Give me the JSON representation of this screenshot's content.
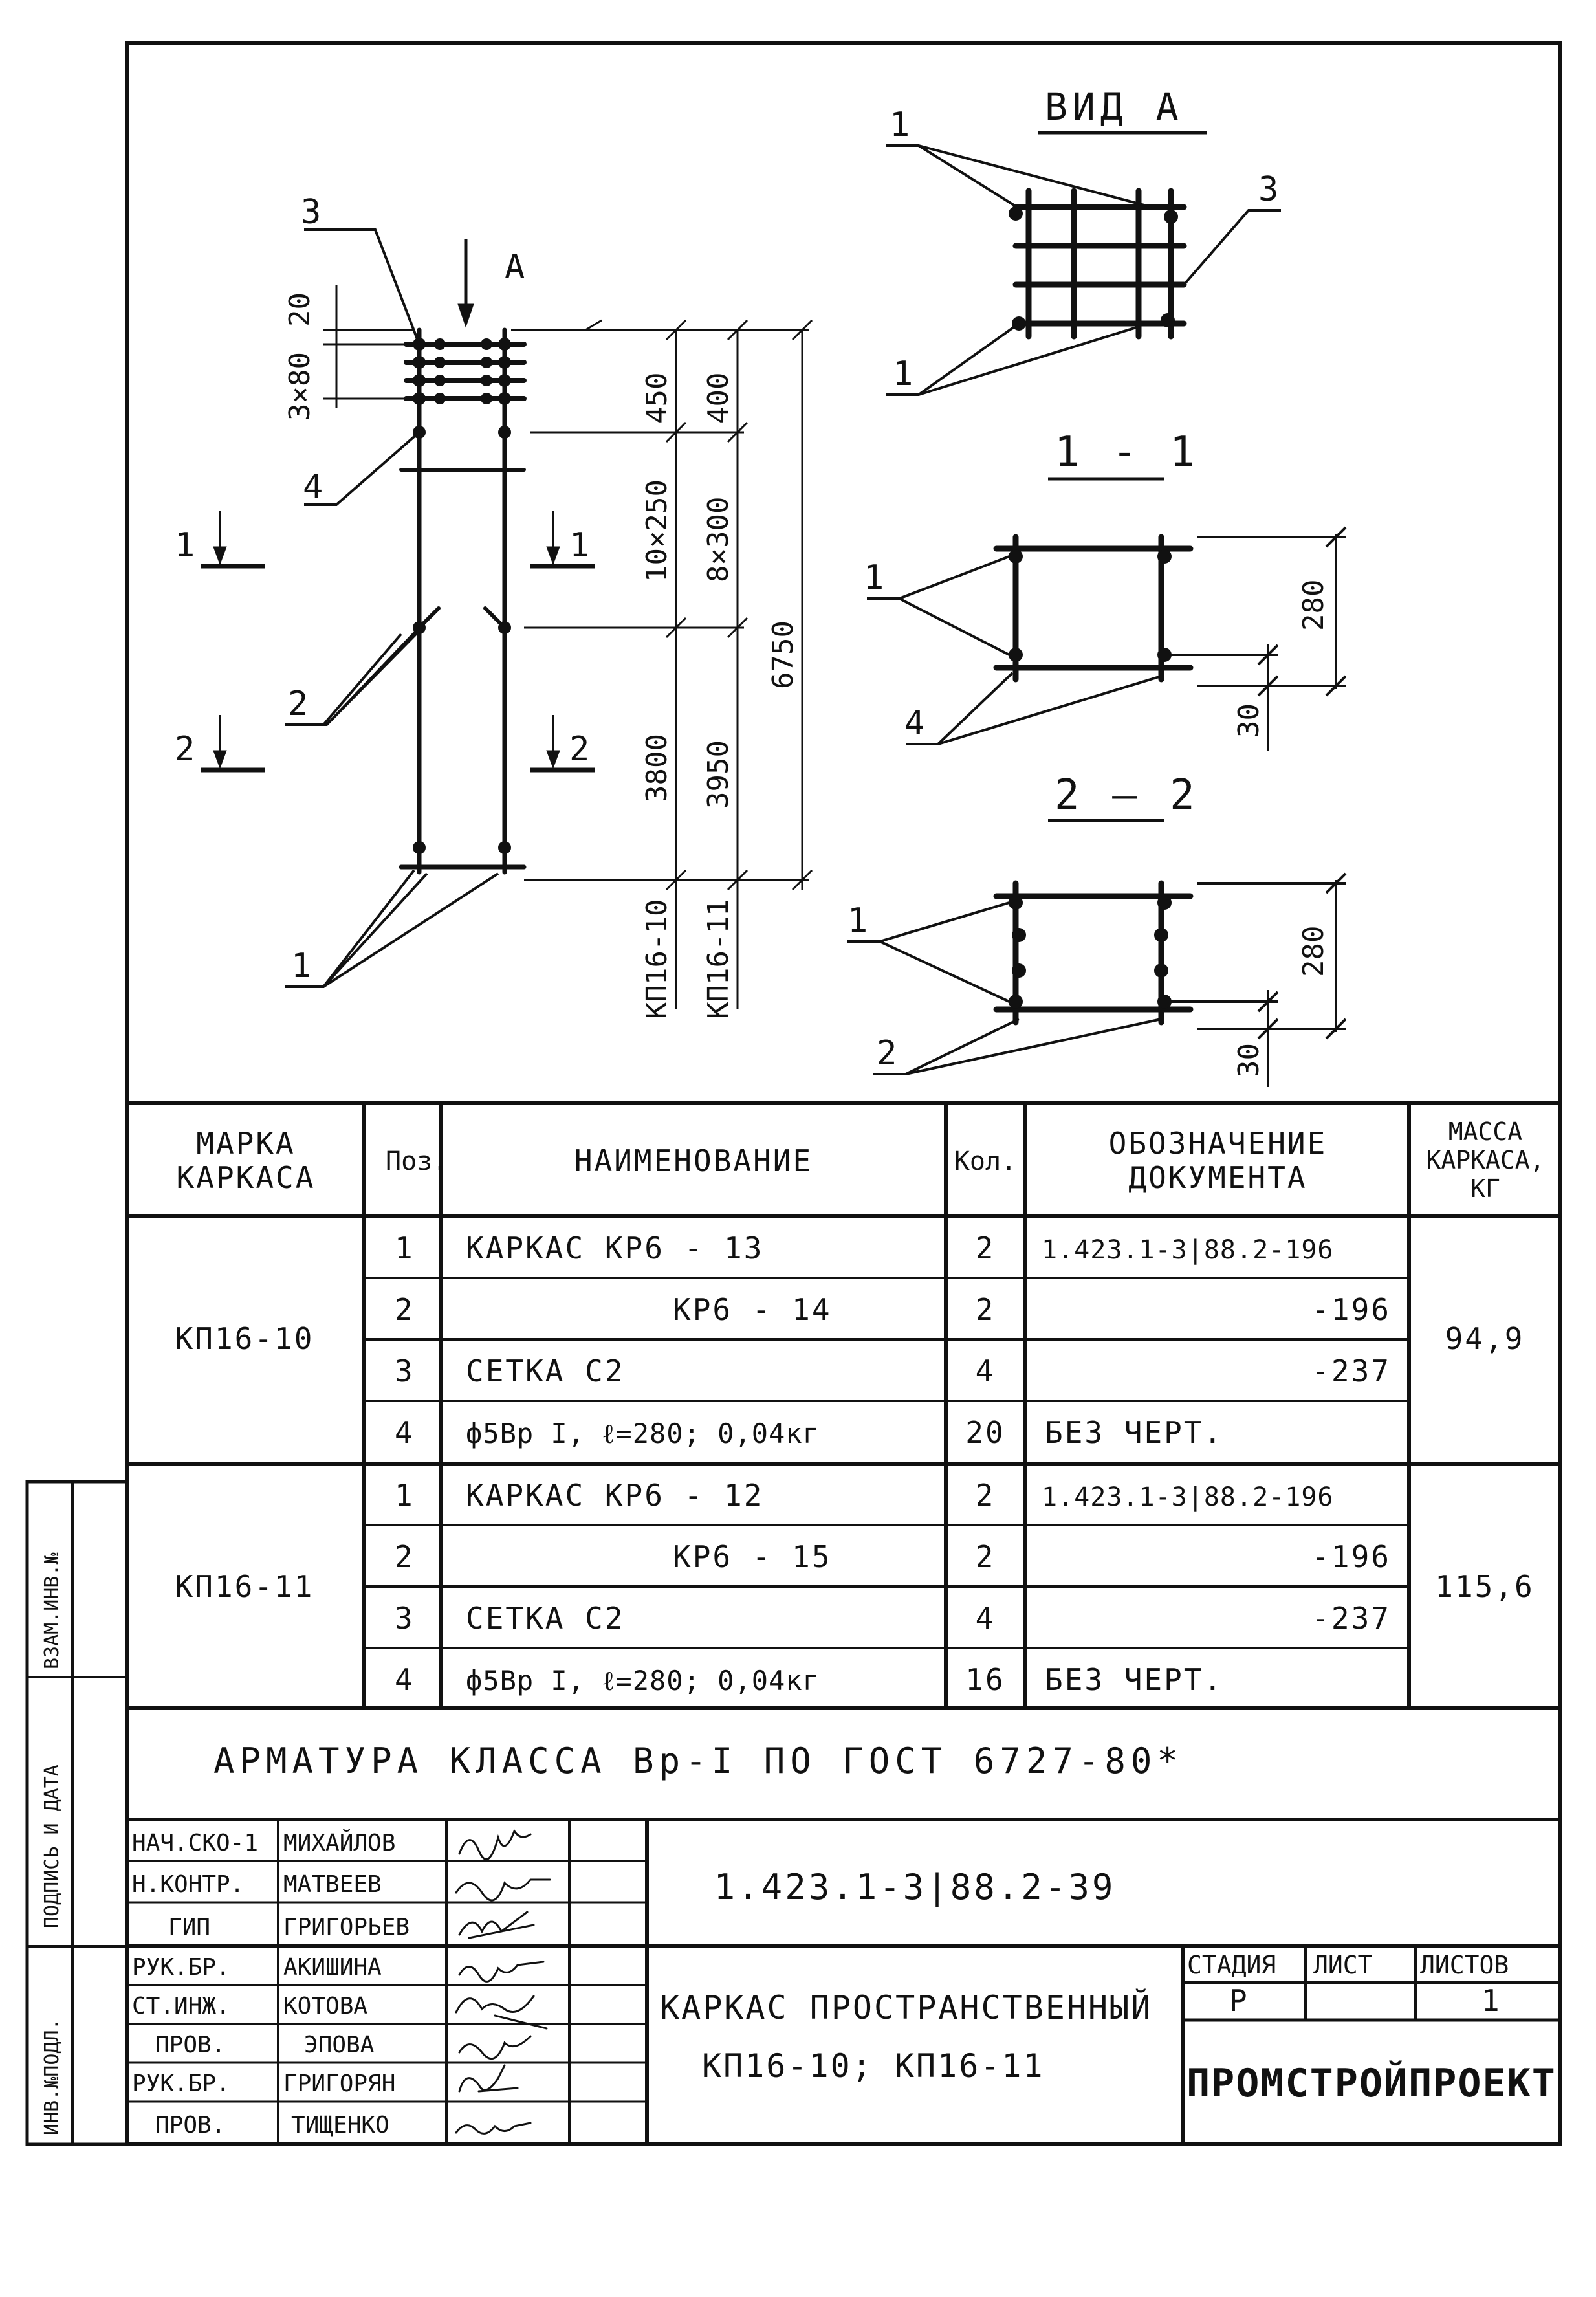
{
  "drawing": {
    "view_title": "ВИД А",
    "section_1_title": "1 - 1",
    "section_2_title": "2 — 2",
    "view_arrow_label": "А",
    "callouts": {
      "p1": "1",
      "p2": "2",
      "p3": "3",
      "p4": "4"
    },
    "section_marks": {
      "s1": "1",
      "s2": "2"
    },
    "elevation_dims": {
      "d20": "20",
      "d3x80": "3×80",
      "d450": "450",
      "d400": "400",
      "d10x250": "10×250",
      "d8x300": "8×300",
      "d6750": "6750",
      "d3800": "3800",
      "d3950": "3950",
      "col_kp1610": "КП16-10",
      "col_kp1611": "КП16-11"
    },
    "section_dims": {
      "d280": "280",
      "d30": "30"
    }
  },
  "table": {
    "headers": {
      "mark": "МАРКА КАРКАСА",
      "pos": "Поз.",
      "name": "НАИМЕНОВАНИЕ",
      "qty": "Кол.",
      "doc": "ОБОЗНАЧЕНИЕ ДОКУМЕНТА",
      "mass": "МАССА КАРКАСА, КГ"
    },
    "groups": [
      {
        "mark": "КП16-10",
        "mass": "94,9",
        "rows": [
          {
            "pos": "1",
            "name": "КАРКАС КР6 - 13",
            "qty": "2",
            "doc": "1.423.1-3|88.2-196"
          },
          {
            "pos": "2",
            "name": "КР6 - 14",
            "qty": "2",
            "doc": "-196"
          },
          {
            "pos": "3",
            "name": "СЕТКА С2",
            "qty": "4",
            "doc": "-237"
          },
          {
            "pos": "4",
            "name": "ф5Вр I, ℓ=280; 0,04кг",
            "qty": "20",
            "doc": "БЕЗ ЧЕРТ."
          }
        ]
      },
      {
        "mark": "КП16-11",
        "mass": "115,6",
        "rows": [
          {
            "pos": "1",
            "name": "КАРКАС КР6 - 12",
            "qty": "2",
            "doc": "1.423.1-3|88.2-196"
          },
          {
            "pos": "2",
            "name": "КР6 - 15",
            "qty": "2",
            "doc": "-196"
          },
          {
            "pos": "3",
            "name": "СЕТКА С2",
            "qty": "4",
            "doc": "-237"
          },
          {
            "pos": "4",
            "name": "ф5Вр I, ℓ=280; 0,04кг",
            "qty": "16",
            "doc": "БЕЗ ЧЕРТ."
          }
        ]
      }
    ],
    "note": "АРМАТУРА КЛАССА Вр-I ПО ГОСТ 6727-80*"
  },
  "title_block": {
    "signatures": [
      {
        "role": "НАЧ.СКО-1",
        "name": "МИХАЙЛОВ"
      },
      {
        "role": "Н.КОНТР.",
        "name": "МАТВЕЕВ"
      },
      {
        "role": "ГИП",
        "name": "ГРИГОРЬЕВ"
      },
      {
        "role": "РУК.БР.",
        "name": "АКИШИНА"
      },
      {
        "role": "СТ.ИНЖ.",
        "name": "КОТОВА"
      },
      {
        "role": "ПРОВ.",
        "name": "ЭПОВА"
      },
      {
        "role": "РУК.БР.",
        "name": "ГРИГОРЯН"
      },
      {
        "role": "ПРОВ.",
        "name": "ТИЩЕНКО"
      }
    ],
    "doc_code": "1.423.1-3|88.2-39",
    "title_line1": "КАРКАС ПРОСТРАНСТВЕННЫЙ",
    "title_line2": "КП16-10; КП16-11",
    "stage_label": "СТАДИЯ",
    "sheet_label": "ЛИСТ",
    "sheets_label": "ЛИСТОВ",
    "stage": "Р",
    "sheet": "",
    "sheets": "1",
    "org": "ПРОМСТРОЙПРОЕКТ"
  },
  "side_stamp": {
    "vzam": "ВЗАМ.ИНВ.№",
    "podpis": "ПОДПИСЬ И ДАТА",
    "inv": "ИНВ.№ПОДЛ."
  }
}
